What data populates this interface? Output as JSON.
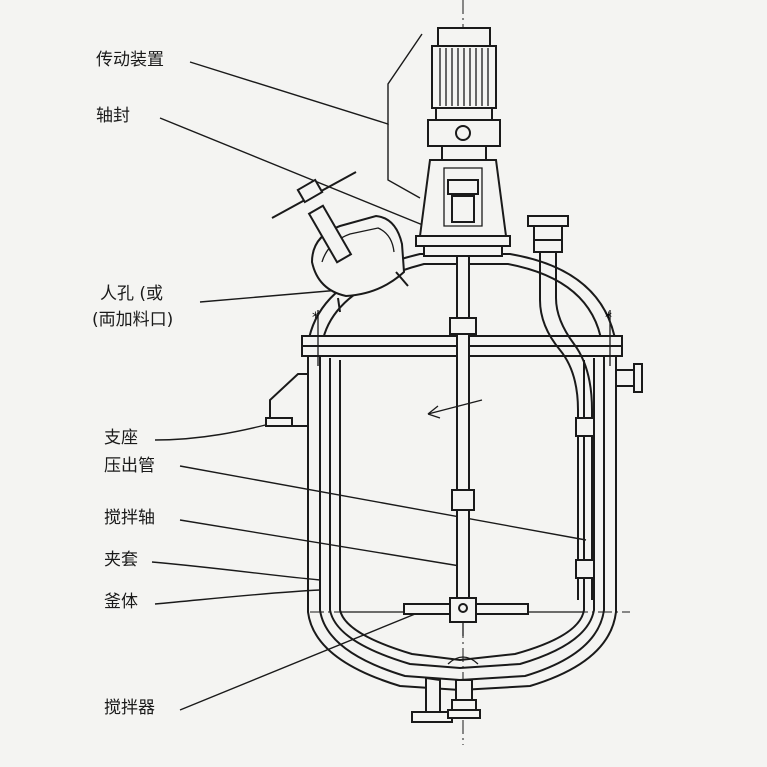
{
  "labels": {
    "drive": "传动装置",
    "shaft_seal": "轴封",
    "manhole_1": "人孔 (或",
    "manhole_2": "(両加料口)",
    "support": "支座",
    "discharge_pipe": "压出管",
    "agitator_shaft": "搅拌轴",
    "jacket": "夹套",
    "vessel_body": "釜体",
    "agitator": "搅拌器"
  }
}
